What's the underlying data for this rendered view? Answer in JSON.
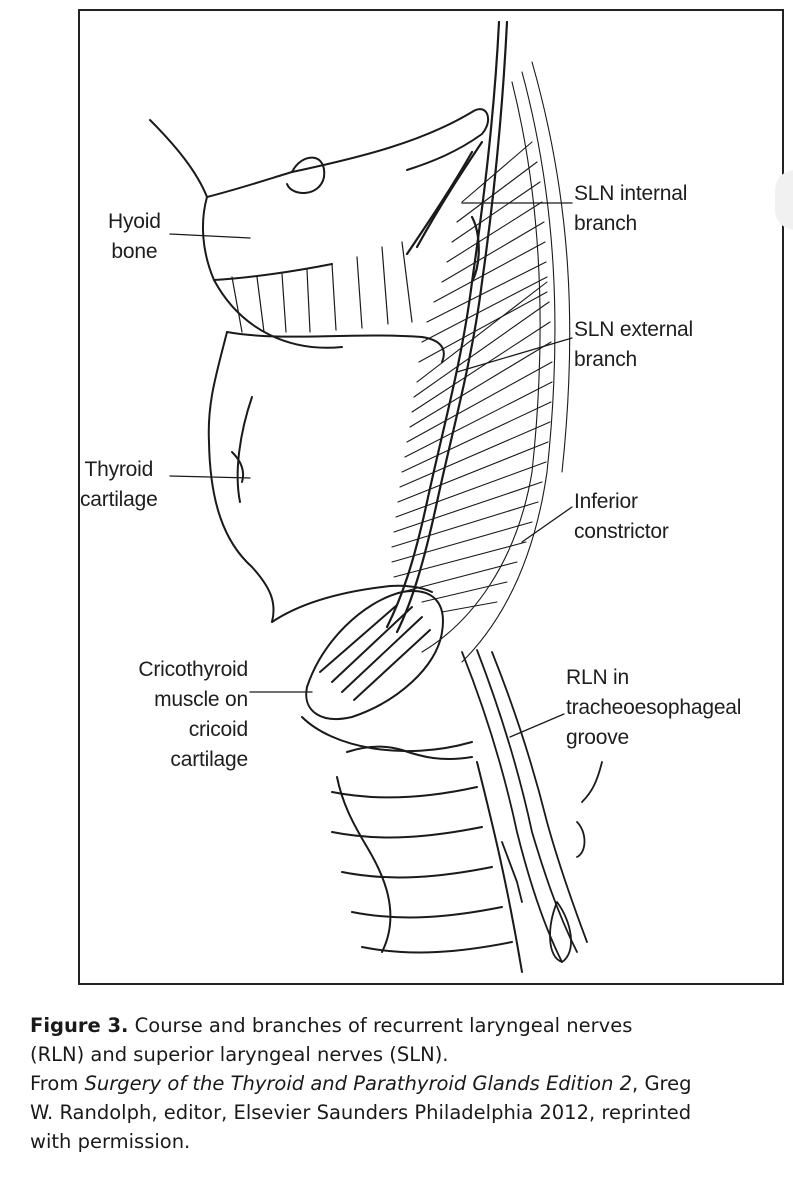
{
  "figure": {
    "labels": {
      "hyoid": [
        "Hyoid",
        "bone"
      ],
      "thyroid_cartilage": [
        "Thyroid",
        "cartilage"
      ],
      "cricothyroid": [
        "Cricothyroid",
        "muscle on",
        "cricoid",
        "cartilage"
      ],
      "sln_internal": [
        "SLN internal",
        "branch"
      ],
      "sln_external": [
        "SLN external",
        "branch"
      ],
      "inferior_constrictor": [
        "Inferior",
        "constrictor"
      ],
      "rln": [
        "RLN in",
        "tracheoesophageal",
        "groove"
      ]
    }
  },
  "caption": {
    "figure_label": "Figure 3.",
    "line1_text": " Course and branches of recurrent laryngeal nerves",
    "line2_text": "(RLN) and superior laryngeal nerves (SLN).",
    "line3_prefix": "From ",
    "line3_book": "Surgery of the Thyroid and Parathyroid Glands Edition 2",
    "line3_suffix": ", Greg",
    "line4_text": "W. Randolph, editor, Elsevier Saunders Philadelphia 2012, reprinted",
    "line5_text": "with permission."
  }
}
